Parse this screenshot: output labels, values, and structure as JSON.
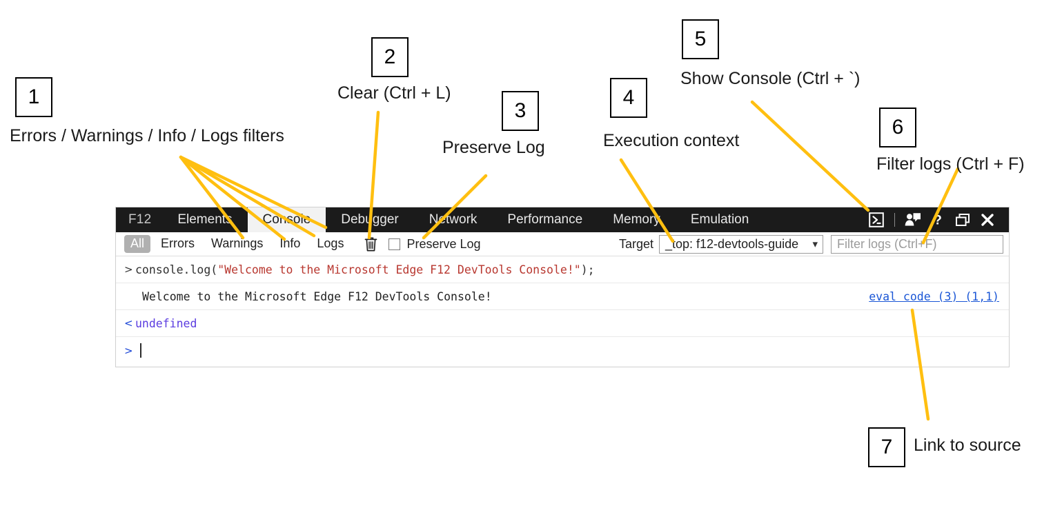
{
  "annotations": [
    {
      "num": "1",
      "label": "Errors / Warnings / Info / Logs filters"
    },
    {
      "num": "2",
      "label": "Clear (Ctrl + L)"
    },
    {
      "num": "3",
      "label": "Preserve Log"
    },
    {
      "num": "4",
      "label": "Execution context"
    },
    {
      "num": "5",
      "label": "Show Console (Ctrl + `)"
    },
    {
      "num": "6",
      "label": "Filter logs (Ctrl + F)"
    },
    {
      "num": "7",
      "label": "Link to source"
    }
  ],
  "devtools": {
    "brand": "F12",
    "tabs": [
      {
        "label": "Elements",
        "active": false
      },
      {
        "label": "Console",
        "active": true
      },
      {
        "label": "Debugger",
        "active": false
      },
      {
        "label": "Network",
        "active": false
      },
      {
        "label": "Performance",
        "active": false
      },
      {
        "label": "Memory",
        "active": false
      },
      {
        "label": "Emulation",
        "active": false
      }
    ],
    "window_icons": [
      "show-console-icon",
      "feedback-icon",
      "help-icon",
      "undock-icon",
      "close-icon"
    ],
    "toolbar": {
      "filters": [
        {
          "label": "All",
          "selected": true
        },
        {
          "label": "Errors",
          "selected": false
        },
        {
          "label": "Warnings",
          "selected": false
        },
        {
          "label": "Info",
          "selected": false
        },
        {
          "label": "Logs",
          "selected": false
        }
      ],
      "clear_icon": "trash-icon",
      "preserve_log_label": "Preserve Log",
      "preserve_log_checked": false,
      "target_label": "Target",
      "target_value": "_top: f12-devtools-guide",
      "filter_placeholder": "Filter logs (Ctrl+F)"
    },
    "console_rows": [
      {
        "type": "input",
        "marker": ">",
        "code_prefix": "console.log(",
        "code_string": "\"Welcome to the Microsoft Edge F12 DevTools Console!\"",
        "code_suffix": ");"
      },
      {
        "type": "output",
        "marker": "",
        "text": "Welcome to the Microsoft Edge F12 DevTools Console!",
        "source_link": "eval code (3) (1,1)"
      },
      {
        "type": "result",
        "marker": "<",
        "text": "undefined"
      },
      {
        "type": "prompt",
        "marker": ">",
        "text": ""
      }
    ]
  },
  "colors": {
    "accent_arrow": "#FFBF10",
    "tabstrip_bg": "#1b1b1b",
    "active_tab_bg": "#f2f2f2",
    "string_literal": "#b8372f",
    "link": "#1a56d6",
    "undefined_value": "#5b3ce0",
    "selected_filter_bg": "#b0b0b0"
  }
}
